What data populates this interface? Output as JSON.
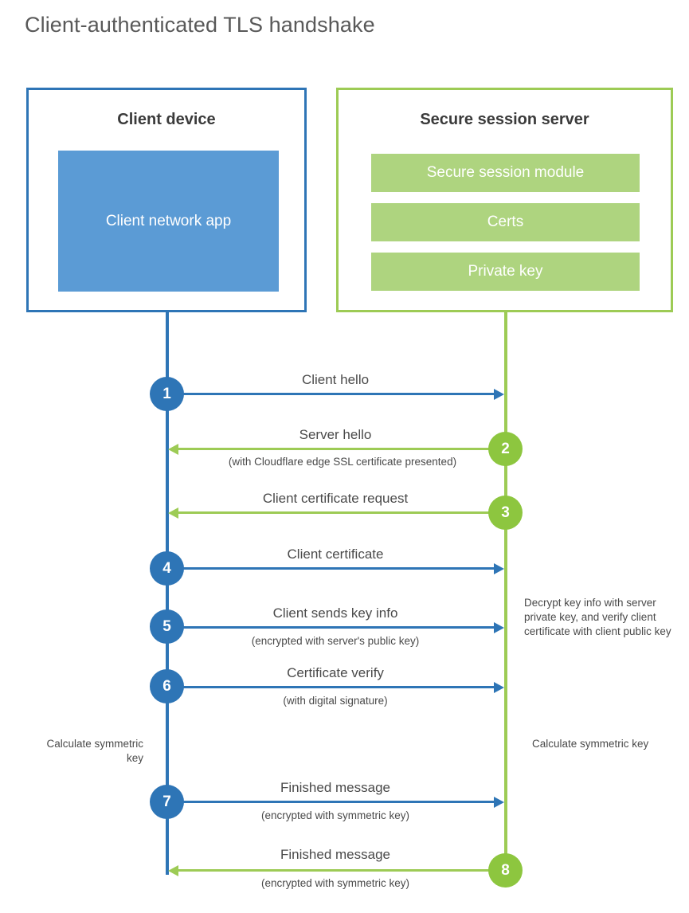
{
  "page_title": "Client-authenticated TLS handshake",
  "colors": {
    "blue_border": "#2e75b6",
    "blue_fill": "#5b9bd5",
    "green_border": "#9dcb55",
    "green_fill": "#aed47f",
    "green_circle": "#8dc63f",
    "text": "#4a4a4a",
    "title": "#595959"
  },
  "actors": {
    "client": {
      "title": "Client device",
      "blocks": [
        {
          "label": "Client network app"
        }
      ]
    },
    "server": {
      "title": "Secure session server",
      "blocks": [
        {
          "label": "Secure session module"
        },
        {
          "label": "Certs"
        },
        {
          "label": "Private key"
        }
      ]
    }
  },
  "steps": [
    {
      "number": "1",
      "label": "Client hello",
      "sublabel": "",
      "direction": "client-to-server",
      "color": "blue"
    },
    {
      "number": "2",
      "label": "Server hello",
      "sublabel": "(with Cloudflare edge SSL certificate presented)",
      "direction": "server-to-client",
      "color": "green"
    },
    {
      "number": "3",
      "label": "Client certificate request",
      "sublabel": "",
      "direction": "server-to-client",
      "color": "green"
    },
    {
      "number": "4",
      "label": "Client certificate",
      "sublabel": "",
      "direction": "client-to-server",
      "color": "blue"
    },
    {
      "number": "5",
      "label": "Client sends key info",
      "sublabel": "(encrypted with server's public key)",
      "direction": "client-to-server",
      "color": "blue"
    },
    {
      "number": "6",
      "label": "Certificate verify",
      "sublabel": "(with digital signature)",
      "direction": "client-to-server",
      "color": "blue"
    },
    {
      "number": "7",
      "label": "Finished message",
      "sublabel": "(encrypted with symmetric key)",
      "direction": "client-to-server",
      "color": "blue"
    },
    {
      "number": "8",
      "label": "Finished message",
      "sublabel": "(encrypted with symmetric key)",
      "direction": "server-to-client",
      "color": "green"
    }
  ],
  "annotations": {
    "server_decrypt": "Decrypt key info with server private key, and verify client certificate with client public key",
    "client_calculate": "Calculate symmetric key",
    "server_calculate": "Calculate symmetric key"
  }
}
